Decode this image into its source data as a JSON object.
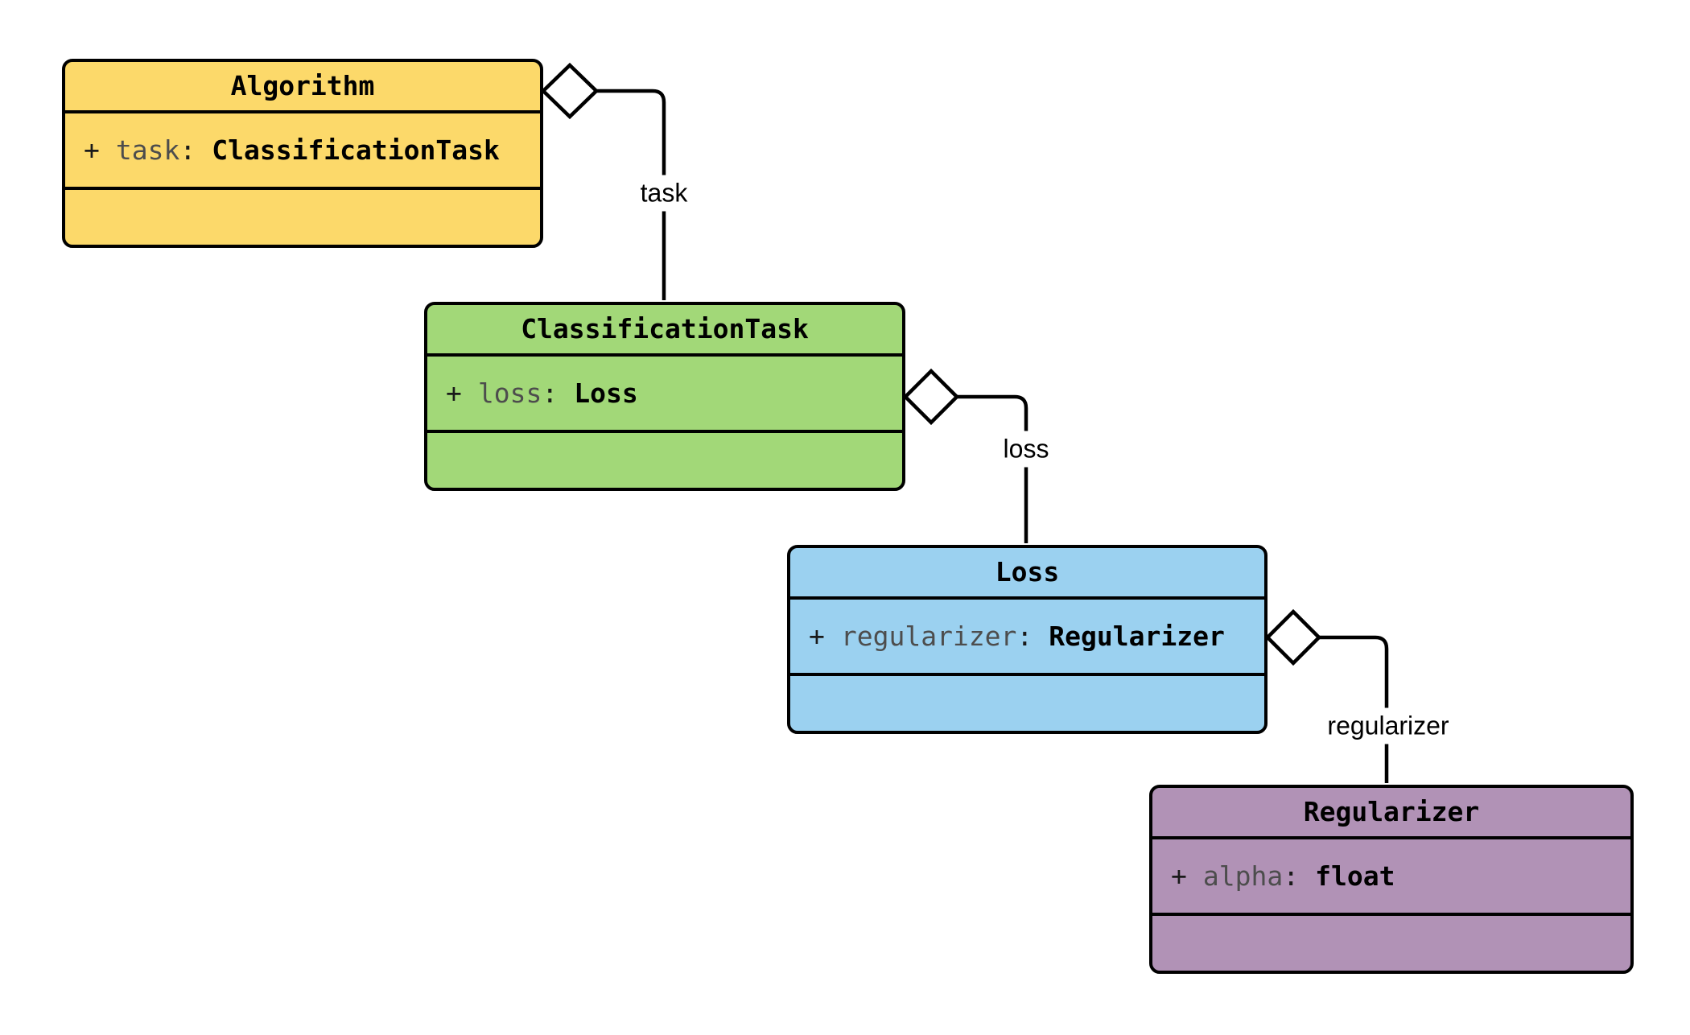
{
  "diagram": {
    "type": "uml-class-diagram",
    "background": "#FFFFFF",
    "border_color": "#000000",
    "classes": [
      {
        "title": "Algorithm",
        "fill": "#FCD96A",
        "attribute": {
          "visibility": "+",
          "name": "task",
          "sep": ":",
          "type": "ClassificationTask"
        }
      },
      {
        "title": "ClassificationTask",
        "fill": "#A2D878",
        "attribute": {
          "visibility": "+",
          "name": "loss",
          "sep": ":",
          "type": "Loss"
        }
      },
      {
        "title": "Loss",
        "fill": "#9BD1F0",
        "attribute": {
          "visibility": "+",
          "name": "regularizer",
          "sep": ":",
          "type": "Regularizer"
        }
      },
      {
        "title": "Regularizer",
        "fill": "#B192B6",
        "attribute": {
          "visibility": "+",
          "name": "alpha",
          "sep": ":",
          "type": "float"
        }
      }
    ],
    "relations": [
      {
        "from": "Algorithm",
        "to": "ClassificationTask",
        "label": "task",
        "kind": "aggregation"
      },
      {
        "from": "ClassificationTask",
        "to": "Loss",
        "label": "loss",
        "kind": "aggregation"
      },
      {
        "from": "Loss",
        "to": "Regularizer",
        "label": "regularizer",
        "kind": "aggregation"
      }
    ],
    "text_colors": {
      "title": "#000000",
      "attr_name": "#4D4D4D",
      "attr_type": "#000000"
    }
  }
}
